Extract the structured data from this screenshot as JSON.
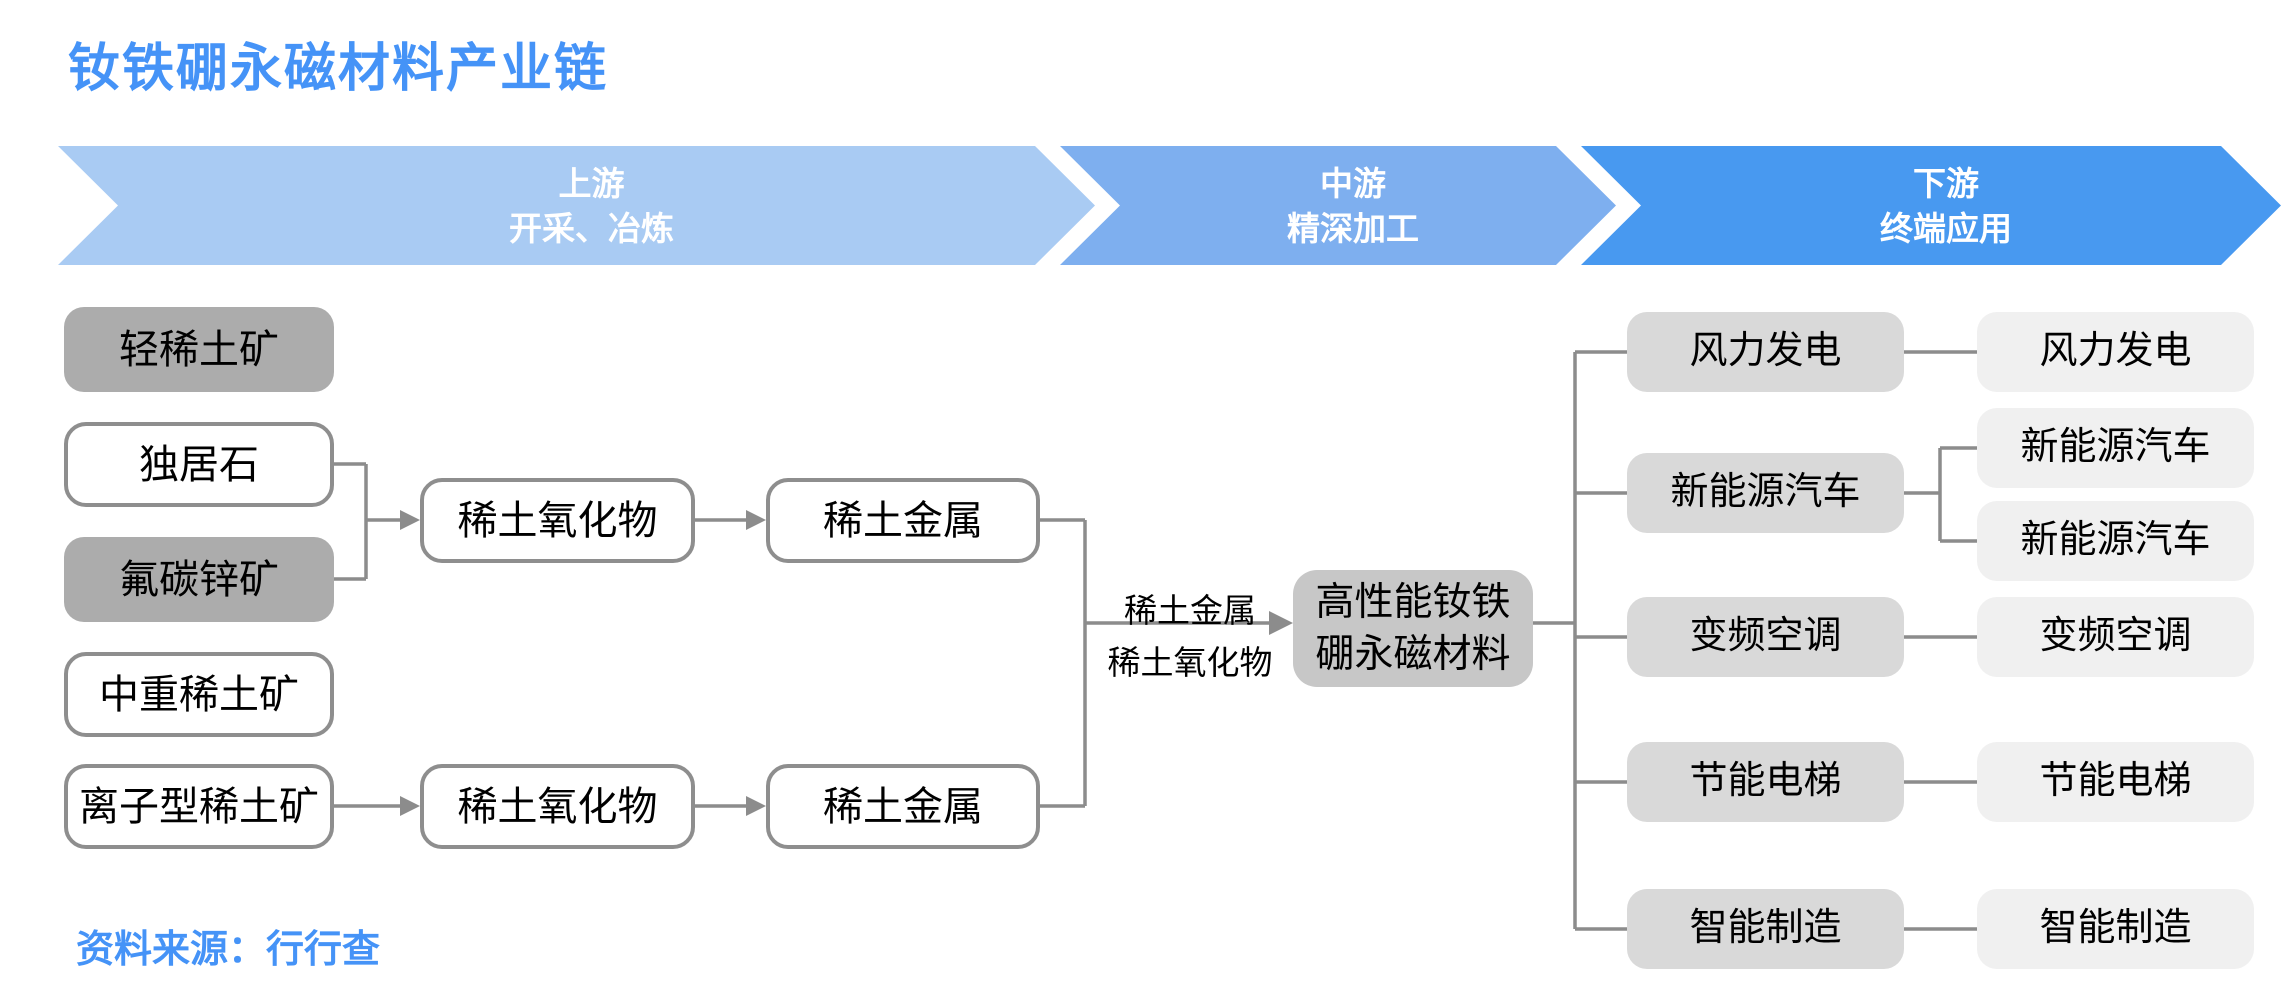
{
  "title": "钕铁硼永磁材料产业链",
  "source_note": "资料来源：行行查",
  "colors": {
    "accent_blue": "#4593F7",
    "banner_upstream": "#A9CBF3",
    "banner_midstream": "#7EAFEF",
    "banner_downstream": "#4899F0",
    "box_gray_dark": "#ACACAC",
    "box_gray_mid": "#C7C7C7",
    "box_gray_light": "#D9D9D9",
    "box_gray_faint": "#F0F0F0",
    "connector_gray": "#8C8C8C"
  },
  "banner": {
    "segments": [
      {
        "stage": "上游",
        "desc": "开采、冶炼"
      },
      {
        "stage": "中游",
        "desc": "精深加工"
      },
      {
        "stage": "下游",
        "desc": "终端应用"
      }
    ]
  },
  "upstream": {
    "ores": [
      {
        "label": "轻稀土矿"
      },
      {
        "label": "独居石"
      },
      {
        "label": "氟碳锌矿"
      },
      {
        "label": "中重稀土矿"
      },
      {
        "label": "离子型稀土矿"
      }
    ],
    "chain1": {
      "oxide": "稀土氧化物",
      "metal": "稀土金属"
    },
    "chain2": {
      "oxide": "稀土氧化物",
      "metal": "稀土金属"
    }
  },
  "midstream": {
    "input_label_top": "稀土金属",
    "input_label_bottom": "稀土氧化物",
    "core_product": "高性能钕铁硼永磁材料"
  },
  "downstream": {
    "applications": [
      {
        "label": "风力发电",
        "targets": [
          "风力发电"
        ]
      },
      {
        "label": "新能源汽车",
        "targets": [
          "新能源汽车",
          "新能源汽车"
        ]
      },
      {
        "label": "变频空调",
        "targets": [
          "变频空调"
        ]
      },
      {
        "label": "节能电梯",
        "targets": [
          "节能电梯"
        ]
      },
      {
        "label": "智能制造",
        "targets": [
          "智能制造"
        ]
      }
    ]
  }
}
